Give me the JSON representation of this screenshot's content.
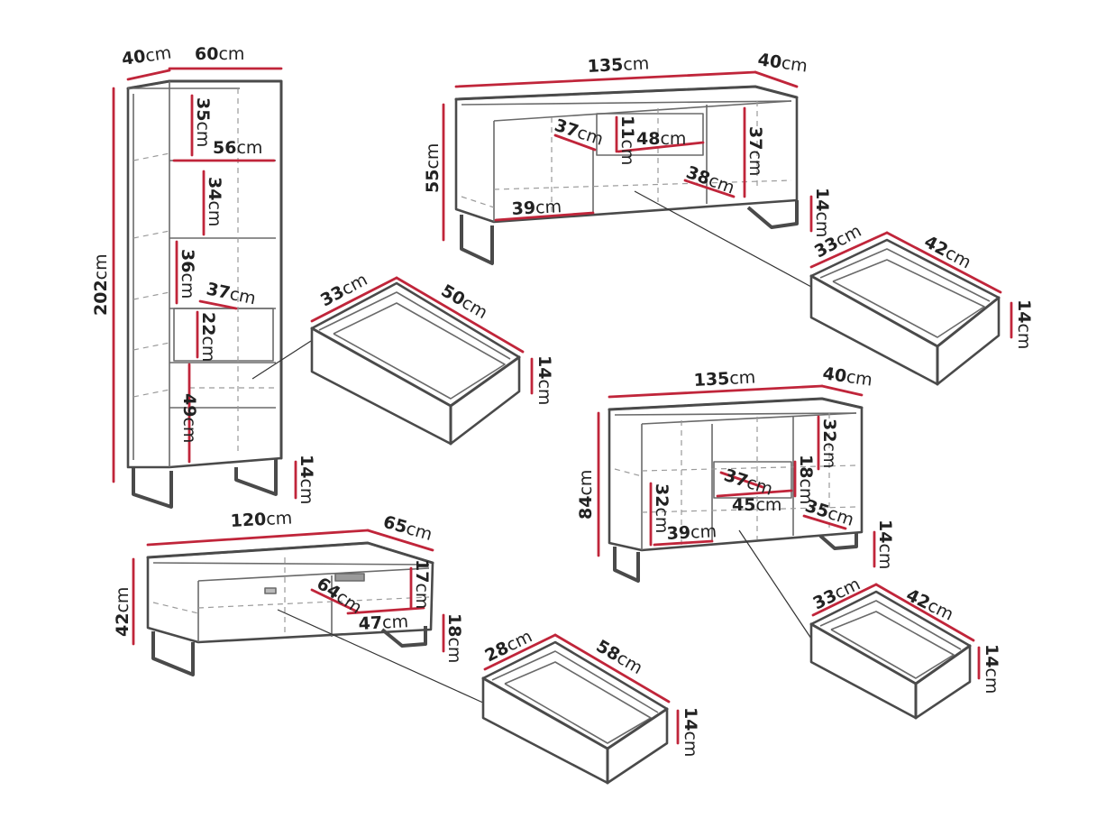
{
  "furniture": {
    "bookcase": {
      "depth": "40",
      "width": "60",
      "height": "202",
      "shelf1": "35",
      "shelf_width": "56",
      "shelf2": "34",
      "shelf3": "36",
      "niche_width": "37",
      "niche_height": "22",
      "bottom": "49",
      "legs": "14"
    },
    "bookcase_drawer": {
      "depth": "33",
      "width": "50",
      "height": "14"
    },
    "tv_unit": {
      "width": "135",
      "depth": "40",
      "height": "55",
      "niche_depth": "37",
      "niche_height": "11",
      "niche_width": "48",
      "right_height": "37",
      "drawer_depth": "38",
      "left_width": "39",
      "legs": "14"
    },
    "tv_unit_drawer": {
      "depth": "33",
      "width": "42",
      "height": "14"
    },
    "sideboard": {
      "width": "135",
      "depth": "40",
      "height": "84",
      "top_right": "32",
      "niche_height": "18",
      "niche_depth": "37",
      "niche_width": "45",
      "left_height": "32",
      "left_width": "39",
      "drawer_depth": "35",
      "legs": "14"
    },
    "sideboard_drawer": {
      "depth": "33",
      "width": "42",
      "height": "14"
    },
    "coffee_table": {
      "width": "120",
      "depth": "65",
      "height": "42",
      "drawer_depth": "64",
      "shelf_height": "17",
      "shelf_width": "47",
      "legs": "18"
    },
    "coffee_table_drawer": {
      "depth": "28",
      "width": "58",
      "height": "14"
    }
  },
  "unit": "cm",
  "colors": {
    "dimension_line": "#c0253a",
    "outline": "#4a4a4a",
    "hidden_line": "#9a9a9a"
  }
}
